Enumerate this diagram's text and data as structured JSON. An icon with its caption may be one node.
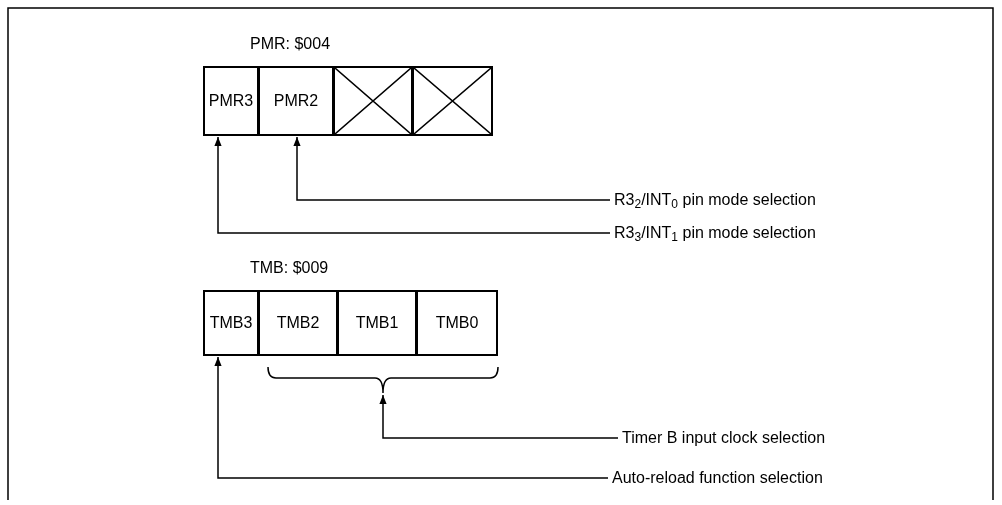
{
  "diagram": {
    "nodes": [
      {
        "text": [
          "PMR3"
        ]
      },
      {
        "text": [
          "PMR2"
        ]
      },
      {
        "text": [],
        "shape": "box"
      },
      {
        "text": [],
        "shape": "box"
      },
      {
        "text": [
          "R3$_{2}$/INT$_{0}$ pin mode selection"
        ]
      },
      {
        "text": [
          "R3$_{3}$/INT$_{1}$ pin mode selection"
        ]
      },
      {
        "text": [
          "TMB3"
        ]
      },
      {
        "text": [
          "TMB2"
        ]
      },
      {
        "text": [
          "TMB1"
        ]
      },
      {
        "text": [
          "TMB0"
        ]
      },
      {
        "text": [
          "Timer B input clock selection"
        ]
      },
      {
        "text": [
          "Auto-reload function selection"
        ]
      },
      {
        "text": [],
        "shape": "bracket"
      }
    ],
    "edges": [
      {
        "from": 4,
        "to": 1,
        "arrow": "to"
      },
      {
        "from": 5,
        "to": 0,
        "arrow": "to"
      },
      {
        "from": 10,
        "to": 12,
        "arrow": "to"
      },
      {
        "from": 11,
        "to": 6,
        "arrow": "to"
      }
    ],
    "labels": [
      "PMR: $004",
      "TMB: $009"
    ]
  }
}
